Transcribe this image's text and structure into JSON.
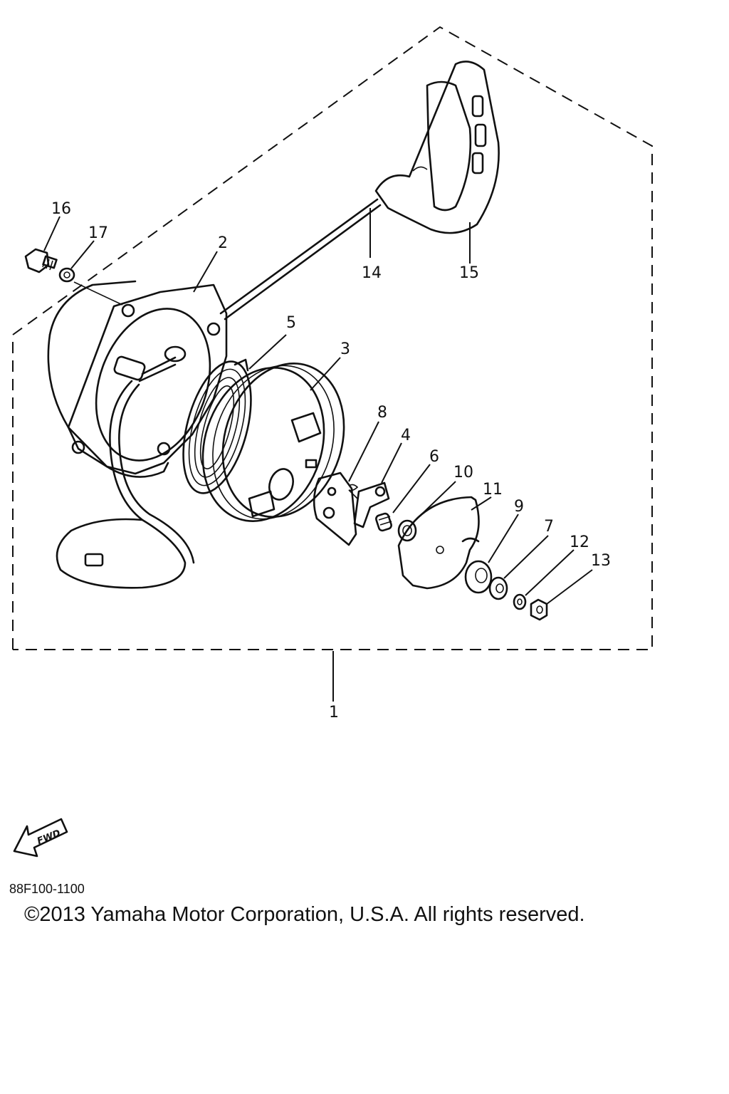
{
  "diagram": {
    "labels": {
      "p1": "1",
      "p2": "2",
      "p3": "3",
      "p4": "4",
      "p5": "5",
      "p6": "6",
      "p7": "7",
      "p8": "8",
      "p9": "9",
      "p10": "10",
      "p11": "11",
      "p12": "12",
      "p13": "13",
      "p14": "14",
      "p15": "15",
      "p16": "16",
      "p17": "17"
    },
    "fwd_label": "FWD"
  },
  "footer": {
    "part_code": "88F100-1100",
    "copyright": "©2013 Yamaha Motor Corporation, U.S.A. All rights reserved."
  }
}
